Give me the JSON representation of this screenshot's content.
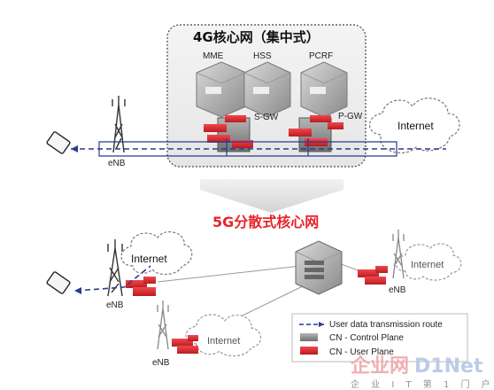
{
  "top": {
    "title": "4G核心网（集中式）",
    "servers": [
      "MME",
      "HSS",
      "PCRF"
    ],
    "gateways": [
      "S-GW",
      "P-GW"
    ],
    "enb": "eNB",
    "internet": "Internet"
  },
  "bottom": {
    "title": "5G分散式核心网",
    "internet_main": "Internet",
    "internet_right": "Internet",
    "internet_lower": "Internet",
    "enb_left": "eNB",
    "enb_right": "eNB",
    "enb_lower": "eNB"
  },
  "legend": {
    "route": "User data transmission route",
    "control": "CN - Control Plane",
    "user": "CN - User Plane"
  },
  "watermark": {
    "logo_cn": "企业网",
    "logo_en": "D1Net",
    "sub": "企 业 I T 第 1 门 户"
  },
  "colors": {
    "route": "#2b3a8f",
    "user_plane": "#e12a2f",
    "control_plane": "#7d7d7d",
    "title_5g": "#e8242b"
  }
}
